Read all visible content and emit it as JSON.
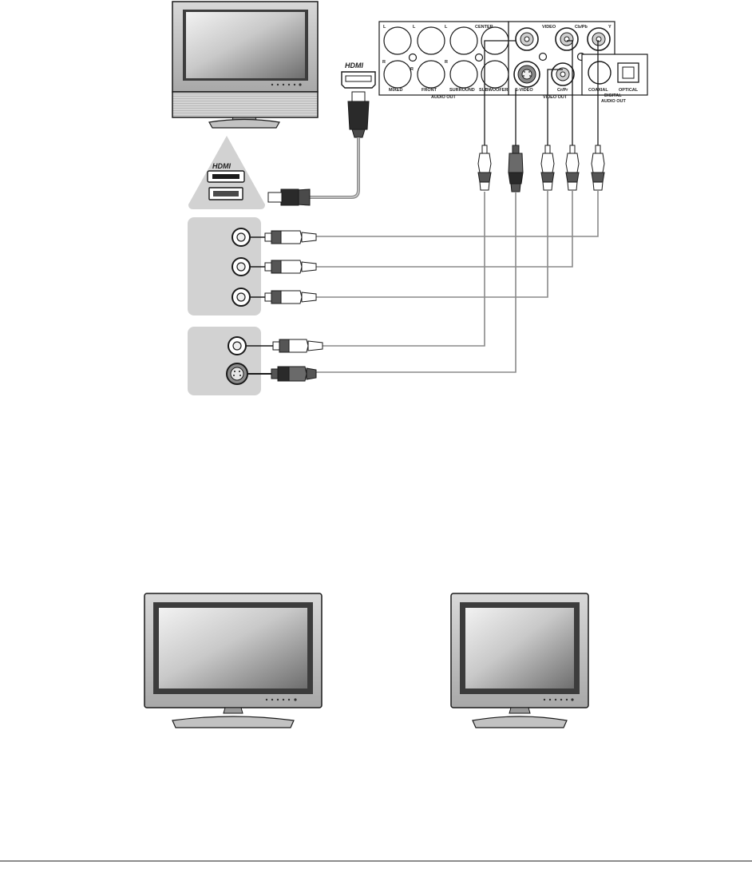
{
  "hdmi": {
    "logo_text": "HDMI"
  },
  "panel": {
    "audio_labels": {
      "l1": "L",
      "l2": "L",
      "l3": "L",
      "center": "CENTER",
      "r1": "R",
      "r2": "R",
      "r3": "R",
      "mixed": "MIXED",
      "front": "FRONT",
      "surround": "SURROUND",
      "subwoofer": "SUBWOOFER",
      "audio_out": "AUDIO OUT"
    },
    "video_labels": {
      "video": "VIDEO",
      "cb_pb": "Cb/Pb",
      "y": "Y",
      "s_video": "S-VIDEO",
      "cr_pr": "Cr/Pr",
      "video_out": "VIDEO OUT"
    },
    "digital_labels": {
      "coaxial": "COAXIAL",
      "optical": "OPTICAL",
      "digital_audio_out_1": "DIGITAL",
      "digital_audio_out_2": "AUDIO OUT"
    }
  },
  "colors": {
    "line": "#1a1a1a",
    "cable": "#8a8a8a",
    "panel_gray": "#d6d6d6",
    "screen_dark": "#3c3c3c"
  }
}
